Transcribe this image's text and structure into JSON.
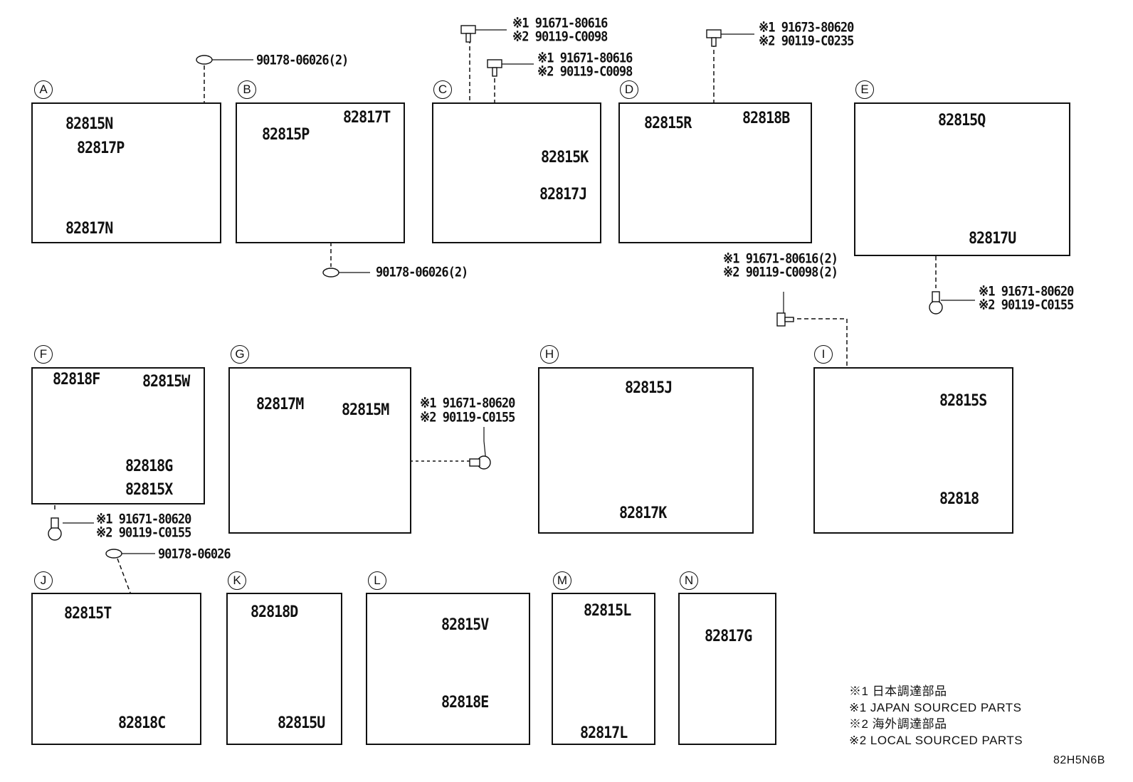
{
  "panels": {
    "A": {
      "letter": "A",
      "parts": [
        "82815N",
        "82817P",
        "82817N"
      ]
    },
    "B": {
      "letter": "B",
      "parts": [
        "82815P",
        "82817T"
      ]
    },
    "C": {
      "letter": "C",
      "parts": [
        "82815K",
        "82817J"
      ]
    },
    "D": {
      "letter": "D",
      "parts": [
        "82815R",
        "82818B"
      ]
    },
    "E": {
      "letter": "E",
      "parts": [
        "82815Q",
        "82817U"
      ]
    },
    "F": {
      "letter": "F",
      "parts": [
        "82818F",
        "82815W",
        "82818G",
        "82815X"
      ]
    },
    "G": {
      "letter": "G",
      "parts": [
        "82817M",
        "82815M"
      ]
    },
    "H": {
      "letter": "H",
      "parts": [
        "82815J",
        "82817K"
      ]
    },
    "I": {
      "letter": "I",
      "parts": [
        "82815S",
        "82818"
      ]
    },
    "J": {
      "letter": "J",
      "parts": [
        "82815T",
        "82818C"
      ]
    },
    "K": {
      "letter": "K",
      "parts": [
        "82818D",
        "82815U"
      ]
    },
    "L": {
      "letter": "L",
      "parts": [
        "82815V",
        "82818E"
      ]
    },
    "M": {
      "letter": "M",
      "parts": [
        "82815L",
        "82817L"
      ]
    },
    "N": {
      "letter": "N",
      "parts": [
        "82817G"
      ]
    }
  },
  "fasteners": {
    "clip_a": "90178-06026(2)",
    "clip_b": "90178-06026(2)",
    "clip_j": "90178-06026",
    "bolt_c1": [
      "※1 91671-80616",
      "※2 90119-C0098"
    ],
    "bolt_c2": [
      "※1 91671-80616",
      "※2 90119-C0098"
    ],
    "bolt_d": [
      "※1 91673-80620",
      "※2 90119-C0235"
    ],
    "bolt_i": [
      "※1 91671-80616(2)",
      "※2 90119-C0098(2)"
    ],
    "bolt_e": [
      "※1 91671-80620",
      "※2 90119-C0155"
    ],
    "bolt_g": [
      "※1 91671-80620",
      "※2 90119-C0155"
    ],
    "bolt_f": [
      "※1 91671-80620",
      "※2 90119-C0155"
    ]
  },
  "legend": [
    "※1 日本調達部品",
    "※1 JAPAN SOURCED PARTS",
    "※2 海外調達部品",
    "※2 LOCAL SOURCED PARTS"
  ],
  "diagram_code": "82H5N6B",
  "icons": {
    "clip": "clip-icon",
    "bolt": "bolt-icon",
    "bracket": "bracket-icon"
  }
}
